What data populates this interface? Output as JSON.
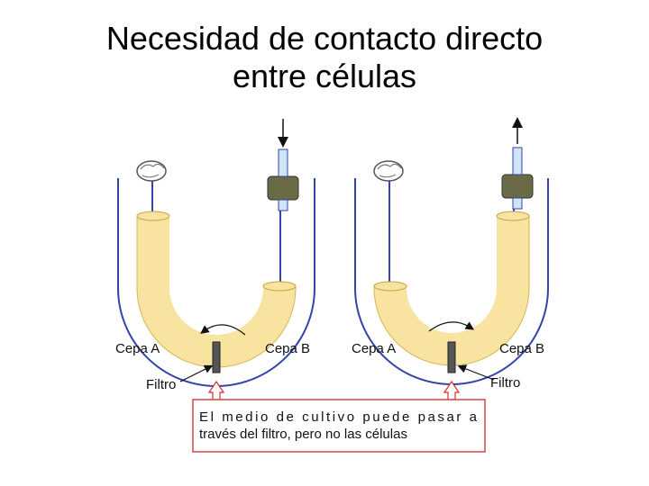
{
  "title": {
    "line1": "Necesidad de contacto directo",
    "line2": "entre células"
  },
  "left_tube": {
    "label_left": "Cepa A",
    "label_right": "Cepa B",
    "filter_label": "Filtro"
  },
  "right_tube": {
    "label_left": "Cepa A",
    "label_right": "Cepa B",
    "filter_label": "Filtro"
  },
  "note": {
    "line1": "El medio de cultivo puede pasar a",
    "line2": "través del filtro, pero no las células"
  },
  "colors": {
    "medium": "#f8e3a0",
    "medium_edge": "#d8b450",
    "tube_outline": "#3344aa",
    "stopper": "#6b6a46",
    "note_border": "#e04040",
    "arrow_red": "#d43030"
  }
}
